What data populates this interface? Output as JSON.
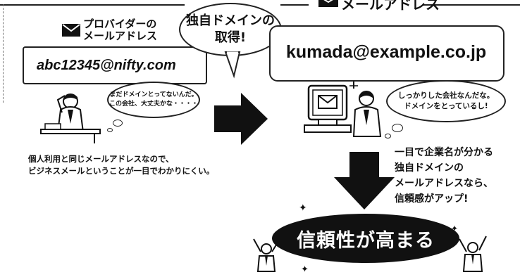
{
  "left": {
    "label_line1": "プロバイダーの",
    "label_line2": "メールアドレス",
    "email": "abc12345@nifty.com",
    "thought_line1": "まだドメインとってないんだ。",
    "thought_line2": "この会社、大丈夫かな・・・・",
    "caption_line1": "個人利用と同じメールアドレスなので、",
    "caption_line2": "ビジネスメールということが一目でわかりにくい。"
  },
  "center": {
    "callout_line1": "独自ドメインの",
    "callout_line2": "取得!"
  },
  "right": {
    "label": "メールアドレス",
    "email": "kumada@example.co.jp",
    "thought_line1": "しっかりした会社なんだな。",
    "thought_line2": "ドメインをとっているし!",
    "caption_line1": "一目で企業名が分かる",
    "caption_line2": "独自ドメインの",
    "caption_line3": "メールアドレスなら、",
    "caption_line4": "信頼感がアップ!"
  },
  "result": {
    "text": "信頼性が高まる"
  },
  "icons": [
    "envelope-icon",
    "person-thinking-icon",
    "computer-mail-icon",
    "arrow-right-icon",
    "arrow-down-icon",
    "cheering-person-icon",
    "sparkle-icon"
  ]
}
